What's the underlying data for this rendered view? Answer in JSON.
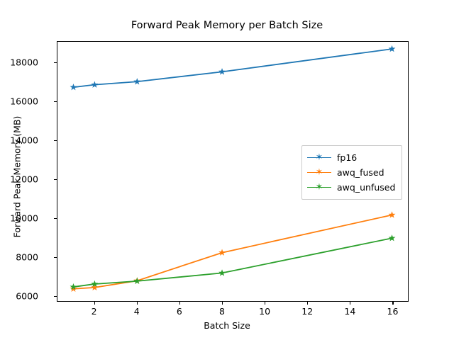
{
  "chart_data": {
    "type": "line",
    "title": "Forward Peak Memory per Batch Size",
    "xlabel": "Batch Size",
    "ylabel": "Forward Peak Memory (MB)",
    "x": [
      1,
      2,
      4,
      8,
      16
    ],
    "xlim": [
      0.25,
      16.75
    ],
    "ylim": [
      5700,
      19100
    ],
    "xticks": [
      2,
      4,
      6,
      8,
      10,
      12,
      14,
      16
    ],
    "yticks": [
      6000,
      8000,
      10000,
      12000,
      14000,
      16000,
      18000
    ],
    "grid": false,
    "legend_position": "center right",
    "marker": "star",
    "series": [
      {
        "name": "fp16",
        "color": "#1f77b4",
        "values": [
          16750,
          16880,
          17040,
          17550,
          18730
        ]
      },
      {
        "name": "awq_fused",
        "color": "#ff7f0e",
        "values": [
          6330,
          6400,
          6750,
          8200,
          10150
        ]
      },
      {
        "name": "awq_unfused",
        "color": "#2ca02c",
        "values": [
          6430,
          6580,
          6730,
          7150,
          8950
        ]
      }
    ]
  },
  "legend": {
    "entries": [
      {
        "label": "fp16"
      },
      {
        "label": "awq_fused"
      },
      {
        "label": "awq_unfused"
      }
    ]
  },
  "icons": {
    "marker": "✶"
  }
}
